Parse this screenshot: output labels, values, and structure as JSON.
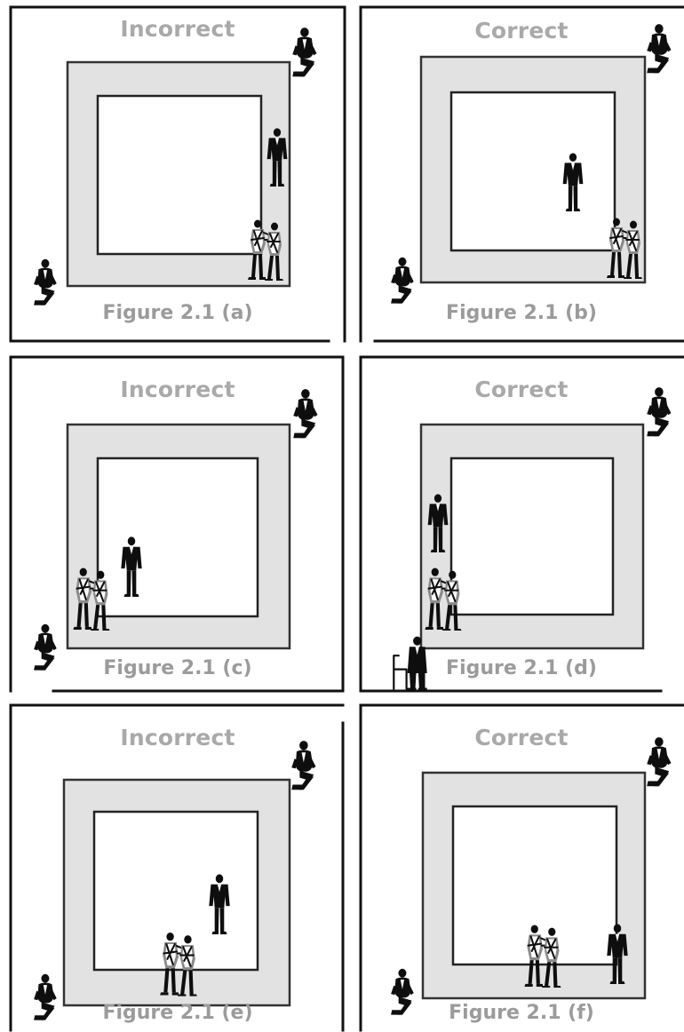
{
  "panels": [
    {
      "id": "a",
      "heading": "Incorrect",
      "caption": "Figure 2.1 (a)"
    },
    {
      "id": "b",
      "heading": "Correct",
      "caption": "Figure 2.1 (b)"
    },
    {
      "id": "c",
      "heading": "Incorrect",
      "caption": "Figure 2.1 (c)"
    },
    {
      "id": "d",
      "heading": "Correct",
      "caption": "Figure 2.1 (d)"
    },
    {
      "id": "e",
      "heading": "Incorrect",
      "caption": "Figure 2.1 (e)"
    },
    {
      "id": "f",
      "heading": "Correct",
      "caption": "Figure 2.1 (f)"
    }
  ]
}
